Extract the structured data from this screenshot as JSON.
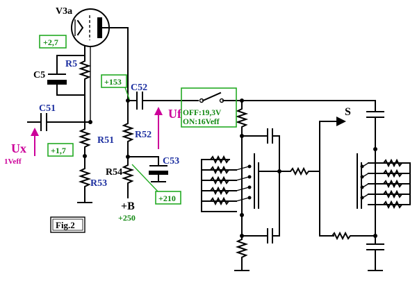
{
  "labels": {
    "tube": "V3a",
    "r5": "R5",
    "c5": "C5",
    "c51": "C51",
    "r51": "R51",
    "r53": "R53",
    "c52": "C52",
    "r52": "R52",
    "r54": "R54",
    "c53": "C53",
    "supply": "+B",
    "supply_value": "+250",
    "ux": "Ux",
    "ux_sub": "1Veff",
    "uf": "Uf",
    "switch_label": "S",
    "figure": "Fig.2"
  },
  "voltages": {
    "v_cathode_top": "+2,7",
    "v_cathode_bottom": "+1,7",
    "v_anode": "+153",
    "v_supply_node": "+210"
  },
  "switch_box": {
    "off": "OFF:19,3V",
    "on": "ON:16Veff"
  },
  "colors": {
    "wire": "#000000",
    "component_label": "#1c2fa0",
    "voltage_label": "#118811",
    "signal_label": "#cc0099"
  }
}
